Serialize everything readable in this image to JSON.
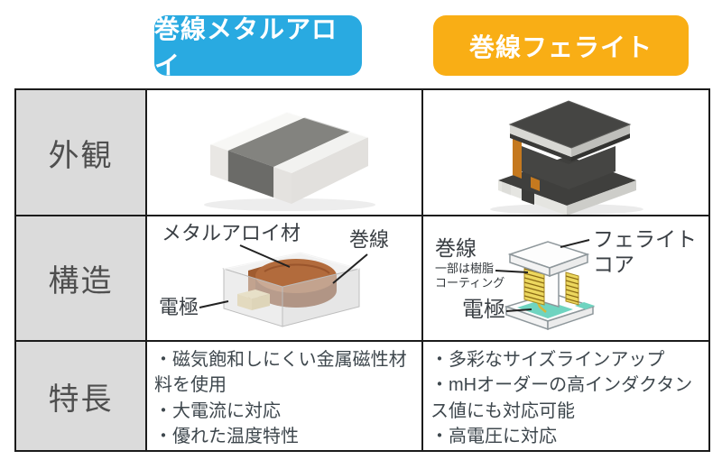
{
  "page": {
    "background": "#ffffff"
  },
  "header": {
    "badges": {
      "metal_alloy": {
        "label": "巻線メタルアロイ",
        "bg": "#29aae1",
        "text_color": "#ffffff"
      },
      "ferrite": {
        "label": "巻線フェライト",
        "bg": "#f9ae15",
        "text_color": "#ffffff"
      }
    }
  },
  "table": {
    "border_color": "#1b1b1b",
    "row_header_bg": "#dbdbdb",
    "row_labels": {
      "appearance": "外観",
      "structure": "構造",
      "features": "特長"
    }
  },
  "appearance_row": {
    "metal_alloy_illustration": "metal-alloy-molded-chip-inductor-3d",
    "ferrite_illustration": "wound-ferrite-chip-inductor-3d",
    "metal_alloy_colors": {
      "body_gray": "#7d7d79",
      "terminal_white": "#f4f4f2"
    },
    "ferrite_colors": {
      "top_plate": "#454543",
      "rim_silver": "#d8d8d4",
      "wire_copper": "#c5791f",
      "flange_silver": "#e5e5e1"
    }
  },
  "structure_row": {
    "metal_alloy": {
      "material_label": "メタルアロイ材",
      "winding_label": "巻線",
      "electrode_label": "電極",
      "colors": {
        "case_translucent": "#e6e6e6",
        "coil_copper": "#b26b3c",
        "coil_side": "#8a4c28",
        "electrode_pale": "#f2e2ae"
      }
    },
    "ferrite": {
      "winding_label": "巻線",
      "coating_note_line1": "一部は樹脂",
      "coating_note_line2": "コーティング",
      "core_label_line1": "フェライト",
      "core_label_line2": "コア",
      "electrode_label": "電極",
      "colors": {
        "outline_gray": "#8e979b",
        "coil_yellow": "#ecd75e",
        "coil_stripe": "#8a6a14",
        "electrode_teal": "#6fd4c0"
      }
    }
  },
  "features_row": {
    "metal_alloy_lines": [
      "・磁気飽和しにくい金属磁性材",
      "料を使用",
      "・大電流に対応",
      "・優れた温度特性"
    ],
    "ferrite_lines": [
      "・多彩なサイズラインアップ",
      "・mHオーダーの高インダクタン",
      "ス値にも対応可能",
      "・高電圧に対応"
    ]
  }
}
